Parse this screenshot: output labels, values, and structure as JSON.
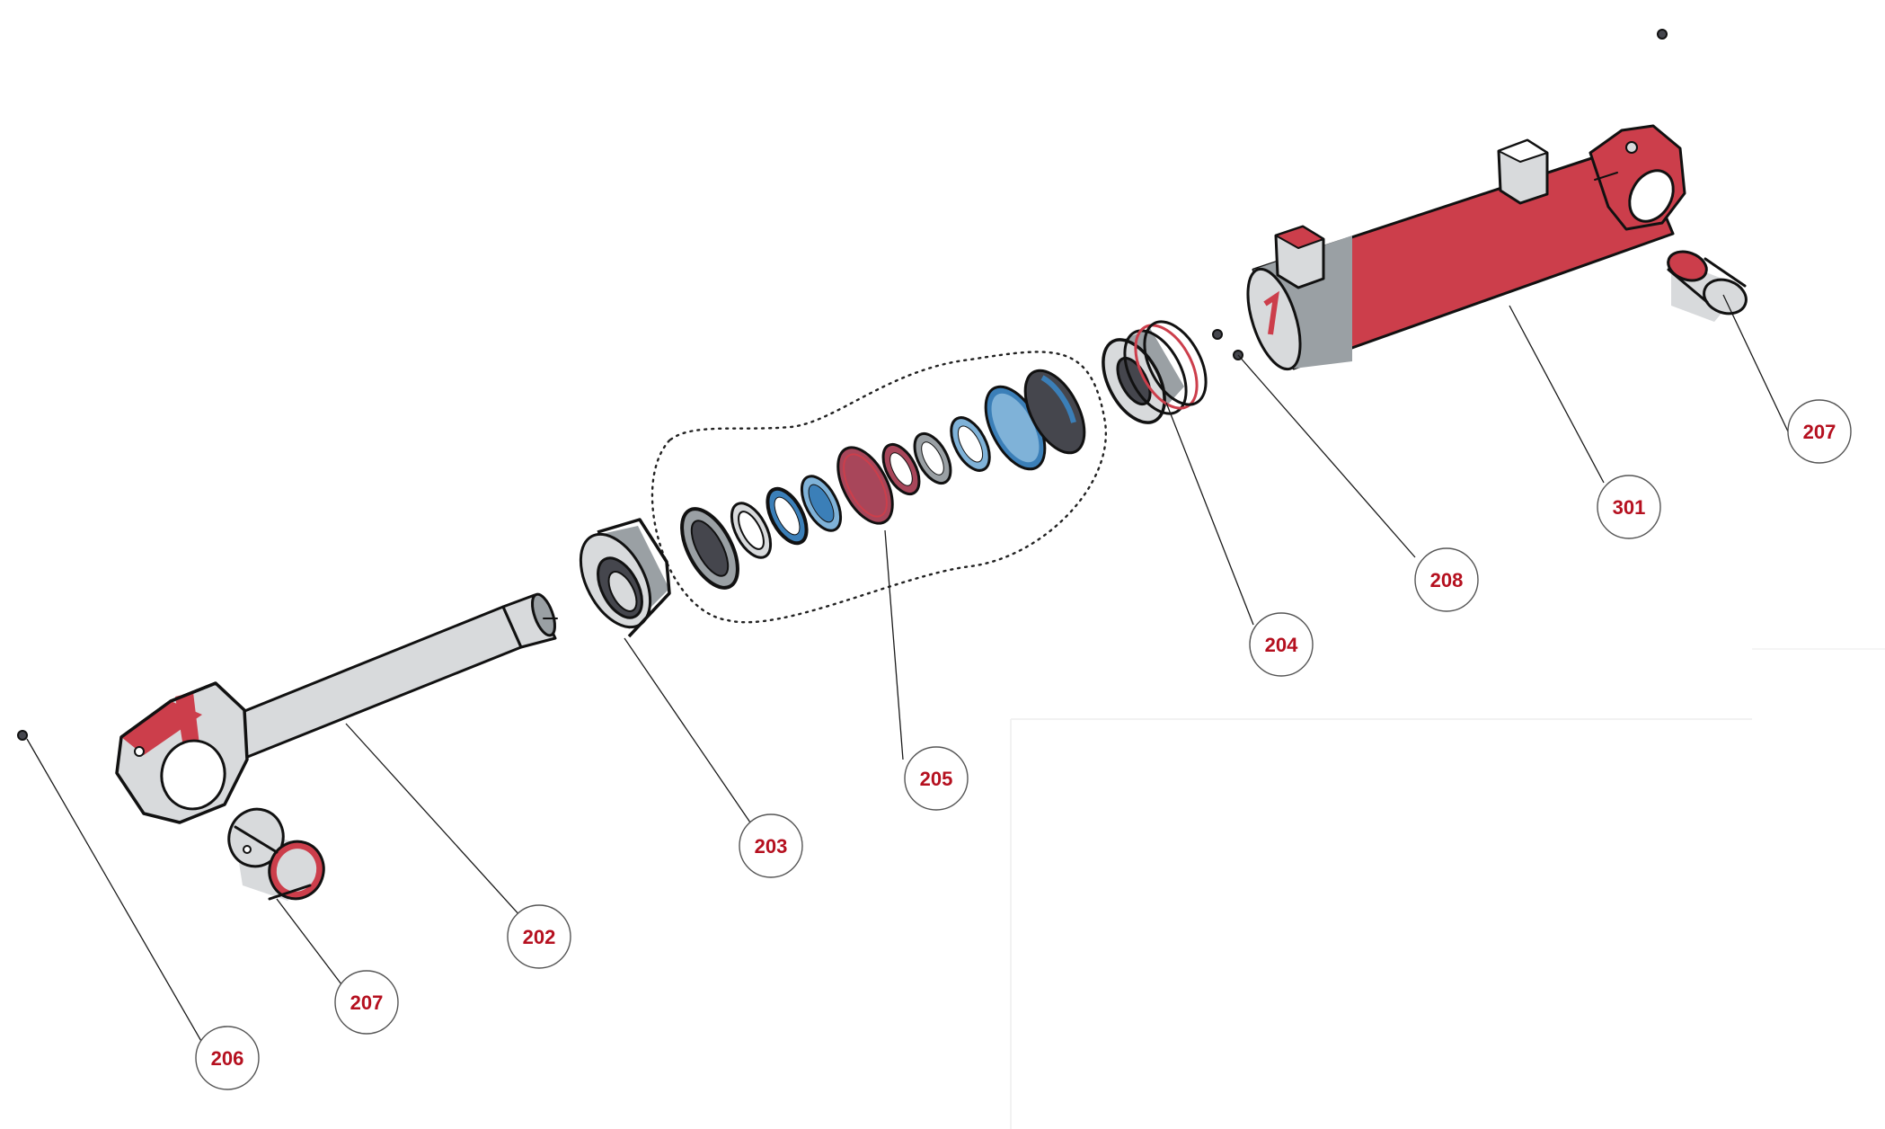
{
  "diagram": {
    "colors": {
      "red": "#cc3e4b",
      "gray": "#9aa0a4",
      "light_gray": "#d8dadc",
      "blue": "#3b7fb8",
      "light_blue": "#7fb2d8",
      "dark": "#45464d",
      "rose": "#a8465a",
      "label": "#b5101f"
    },
    "callouts": [
      {
        "id": "c202",
        "text": "202"
      },
      {
        "id": "c203",
        "text": "203"
      },
      {
        "id": "c204",
        "text": "204"
      },
      {
        "id": "c205",
        "text": "205"
      },
      {
        "id": "c206",
        "text": "206"
      },
      {
        "id": "c207a",
        "text": "207"
      },
      {
        "id": "c207b",
        "text": "207"
      },
      {
        "id": "c208",
        "text": "208"
      },
      {
        "id": "c301",
        "text": "301"
      }
    ]
  }
}
